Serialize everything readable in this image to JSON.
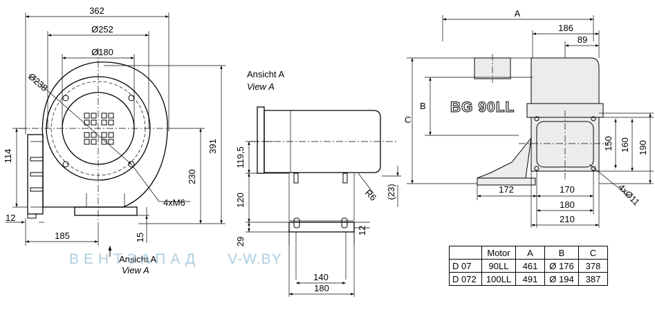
{
  "front_view": {
    "dims": {
      "width_overall": "362",
      "dia_outer": "Ø252",
      "dia_inner": "Ø180",
      "dia_bolt_circle": "Ø238",
      "height_overall": "391",
      "height_axis": "230",
      "axis_from_left": "114",
      "foot_thickness": "12",
      "axis_to_left_edge": "185",
      "foot_height": "15",
      "thread": "4xM6"
    },
    "view_arrow_label": "Ansicht A",
    "view_arrow_label_en": "View A"
  },
  "side_view": {
    "title": "Ansicht A",
    "title_en": "View A",
    "dims": {
      "axis_height": "119,5",
      "mid_height": "120",
      "base_height": "29",
      "radius": "R6",
      "offset": "(23)",
      "slot_width": "12",
      "width_inner": "140",
      "width_outer": "180"
    }
  },
  "motor_view": {
    "label": "BG 90LL",
    "dims": {
      "a": "A",
      "b": "B",
      "c": "C",
      "d186": "186",
      "d89": "89",
      "d150": "150",
      "d160": "160",
      "d190": "190",
      "d172": "172",
      "d170": "170",
      "d180": "180",
      "d210": "210",
      "holes": "4xØ11"
    }
  },
  "table": {
    "header": [
      "",
      "Motor",
      "A",
      "B",
      "C"
    ],
    "rows": [
      [
        "D 07",
        "90LL",
        "461",
        "Ø 176",
        "378"
      ],
      [
        "D 072",
        "100LL",
        "491",
        "Ø 194",
        "387"
      ]
    ]
  },
  "watermark": {
    "left": "ВЕНТЗАПАД",
    "right": "V-W.BY"
  }
}
